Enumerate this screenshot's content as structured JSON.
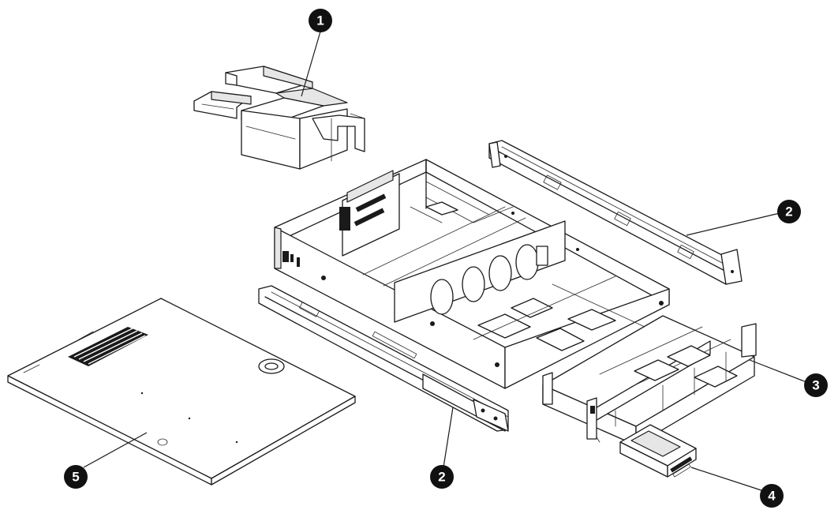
{
  "callouts": [
    {
      "id": "c1",
      "label": "1"
    },
    {
      "id": "c2a",
      "label": "2"
    },
    {
      "id": "c2b",
      "label": "2"
    },
    {
      "id": "c3",
      "label": "3"
    },
    {
      "id": "c4",
      "label": "4"
    },
    {
      "id": "c5",
      "label": "5"
    }
  ],
  "colors": {
    "line": "#1a1a1a",
    "callout_fill": "#111111",
    "callout_text": "#ffffff",
    "background": "#ffffff"
  }
}
